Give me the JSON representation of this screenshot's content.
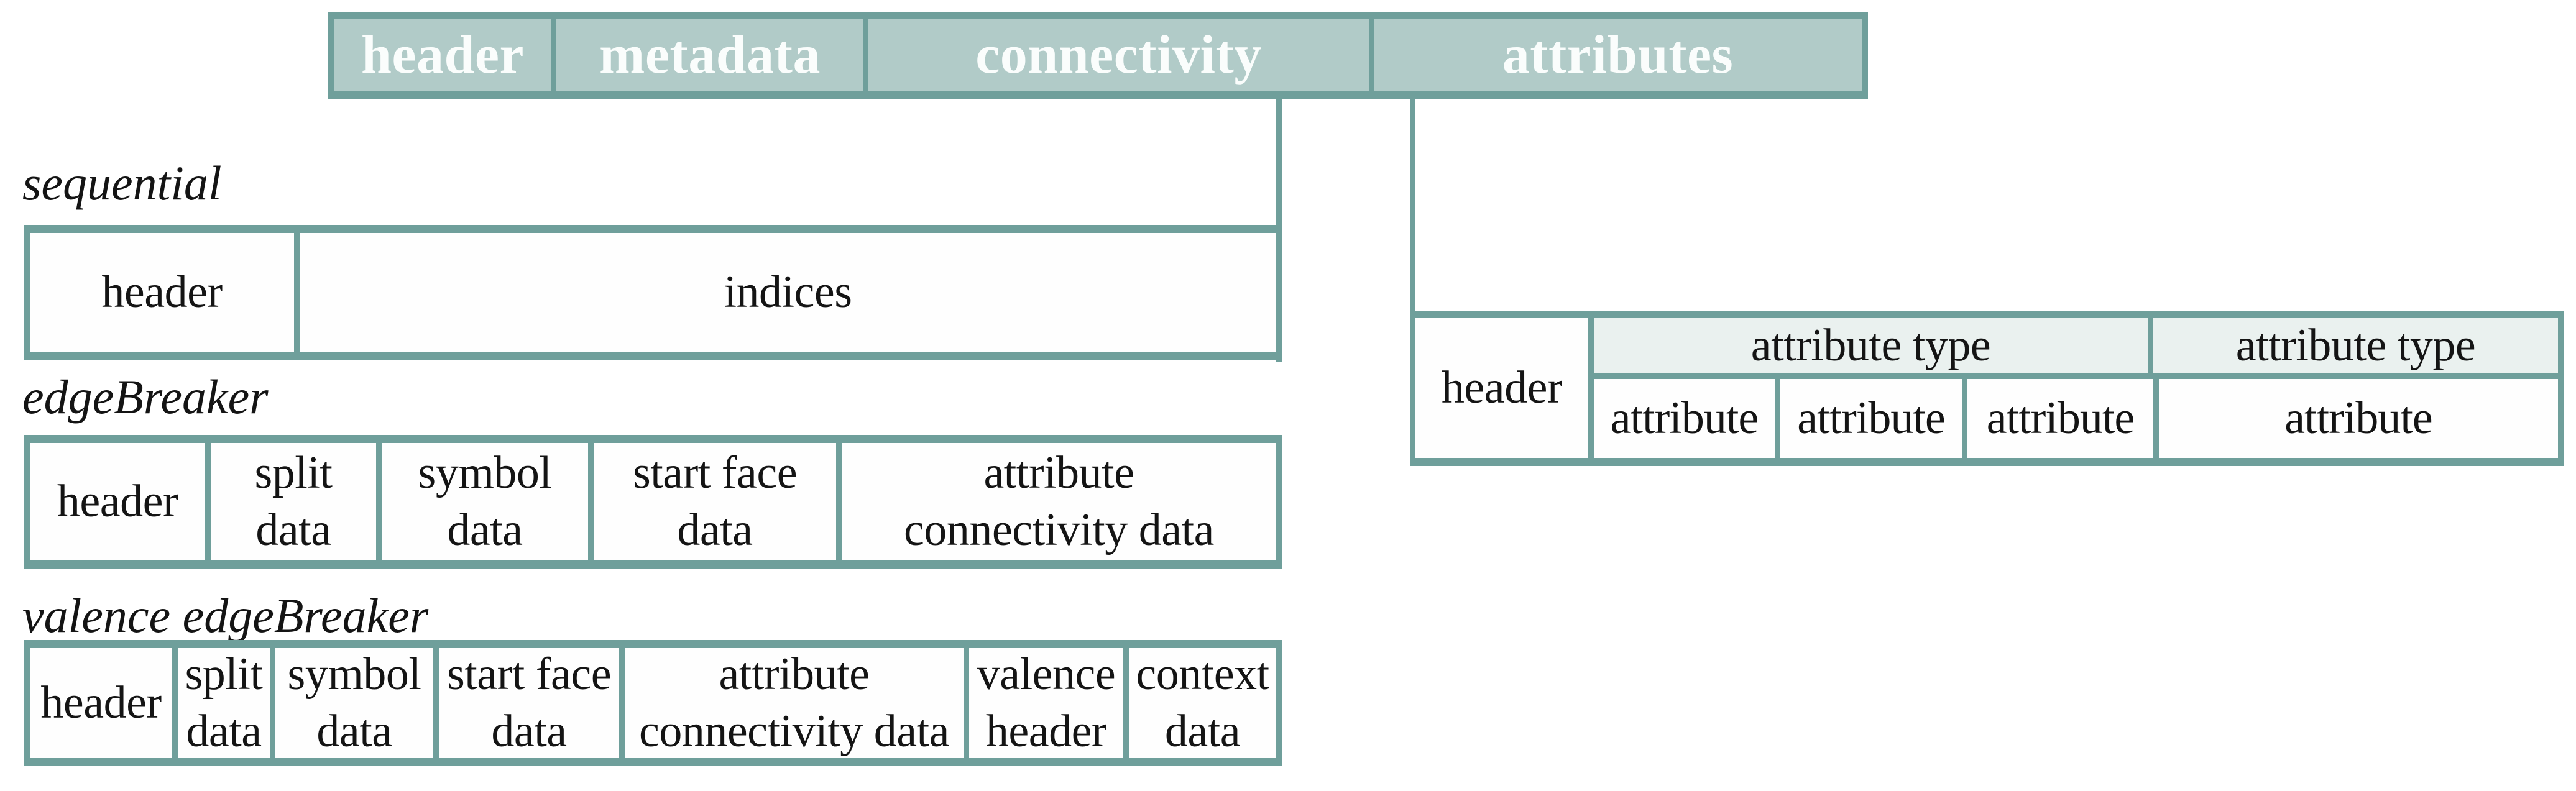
{
  "colors": {
    "border": "#6f9f9b",
    "bar_fill": "#b1cbc8",
    "bar_text": "#fafdfc",
    "type_fill": "#eaf1ef",
    "cell_fill": "#fefefe",
    "text": "#141414"
  },
  "top_bar": {
    "cells": [
      {
        "label": "header"
      },
      {
        "label": "metadata"
      },
      {
        "label": "connectivity"
      },
      {
        "label": "attributes"
      }
    ]
  },
  "connectivity_variants": [
    {
      "label": "sequential",
      "cells": [
        {
          "label": "header"
        },
        {
          "label": "indices"
        }
      ]
    },
    {
      "label": "edgeBreaker",
      "cells": [
        {
          "label": "header"
        },
        {
          "label": "split\ndata"
        },
        {
          "label": "symbol\ndata"
        },
        {
          "label": "start face\ndata"
        },
        {
          "label": "attribute\nconnectivity data"
        }
      ]
    },
    {
      "label": "valence edgeBreaker",
      "cells": [
        {
          "label": "header"
        },
        {
          "label": "split\ndata"
        },
        {
          "label": "symbol\ndata"
        },
        {
          "label": "start face\ndata"
        },
        {
          "label": "attribute\nconnectivity data"
        },
        {
          "label": "valence\nheader"
        },
        {
          "label": "context\ndata"
        }
      ]
    }
  ],
  "attributes_detail": {
    "header_label": "header",
    "groups": [
      {
        "type_label": "attribute type",
        "attributes": [
          {
            "label": "attribute"
          },
          {
            "label": "attribute"
          },
          {
            "label": "attribute"
          }
        ]
      },
      {
        "type_label": "attribute type",
        "attributes": [
          {
            "label": "attribute"
          }
        ]
      }
    ]
  }
}
